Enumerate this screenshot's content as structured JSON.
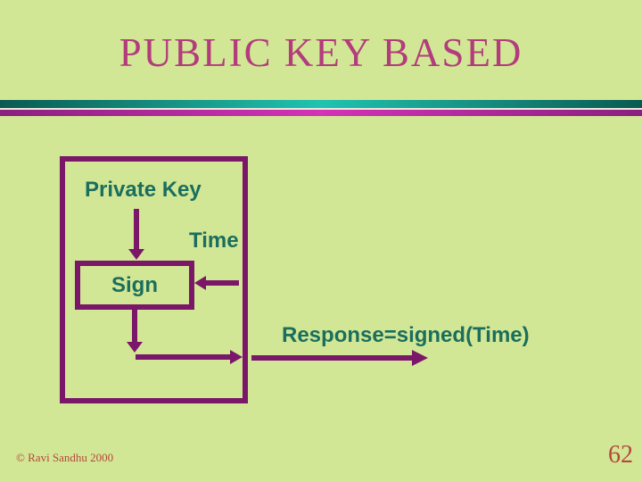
{
  "slide": {
    "title": "PUBLIC KEY BASED",
    "footer": "© Ravi Sandhu 2000",
    "page_number": "62"
  },
  "diagram": {
    "private_key_label": "Private Key",
    "time_label": "Time",
    "sign_label": "Sign",
    "response_label": "Response=signed(Time)"
  },
  "colors": {
    "background": "#d2e795",
    "title_text": "#b23c7c",
    "diagram_line": "#7a1769",
    "diagram_text": "#1b6e5d",
    "footer_text": "#b5483c",
    "stripe_teal_bright": "#20c3b1",
    "stripe_teal_dark": "#0a5a52",
    "stripe_magenta_bright": "#d233b8",
    "stripe_magenta_dark": "#8a2080",
    "stripe_gap": "#efe9da"
  }
}
